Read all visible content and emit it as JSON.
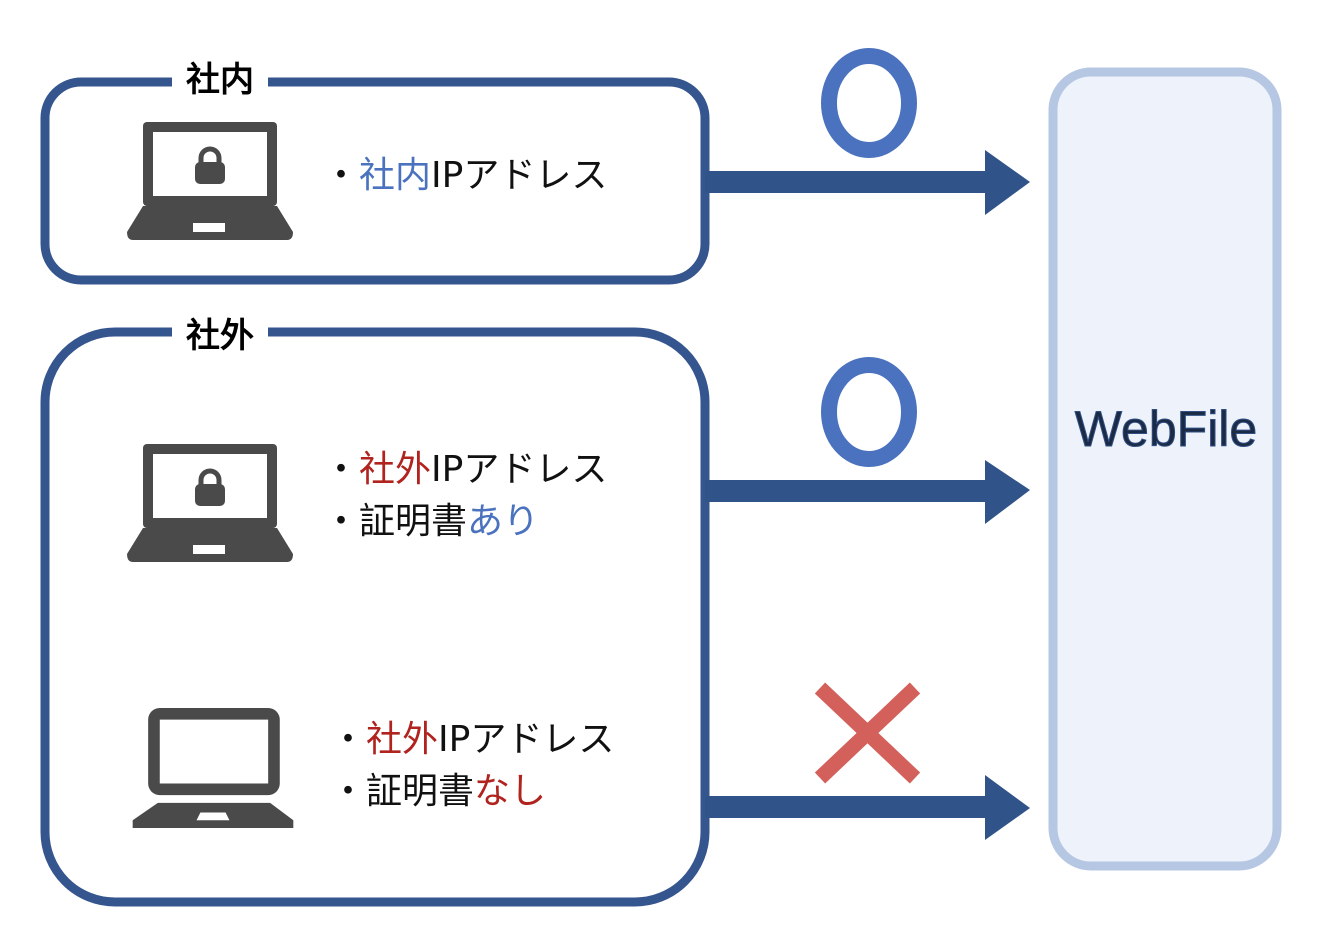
{
  "colors": {
    "group_border": "#35558e",
    "arrow": "#30538a",
    "server_border": "#b6c7e4",
    "server_fill": "#eef2fa",
    "allowed_mark": "#4a72be",
    "denied_mark": "#d3605a",
    "highlight_blue": "#4a72be",
    "highlight_red": "#b0231e",
    "laptop": "#4a4a4a"
  },
  "server": {
    "label": "WebFile"
  },
  "groups": [
    {
      "title": "社内",
      "clients": [
        {
          "icon": "laptop-lock-icon",
          "result": "allowed",
          "result_symbol": "○",
          "lines": [
            {
              "bullet": "・",
              "highlight": "社内",
              "highlight_color": "blue",
              "rest": "IPアドレス"
            }
          ]
        }
      ]
    },
    {
      "title": "社外",
      "clients": [
        {
          "icon": "laptop-lock-icon",
          "result": "allowed",
          "result_symbol": "○",
          "lines": [
            {
              "bullet": "・",
              "highlight": "社外",
              "highlight_color": "red",
              "rest": "IPアドレス"
            },
            {
              "bullet": "・",
              "prefix": "証明書",
              "highlight": "あり",
              "highlight_color": "blue"
            }
          ]
        },
        {
          "icon": "laptop-icon",
          "result": "denied",
          "result_symbol": "×",
          "lines": [
            {
              "bullet": "・",
              "highlight": "社外",
              "highlight_color": "red",
              "rest": "IPアドレス"
            },
            {
              "bullet": "・",
              "prefix": "証明書",
              "highlight": "なし",
              "highlight_color": "red"
            }
          ]
        }
      ]
    }
  ]
}
